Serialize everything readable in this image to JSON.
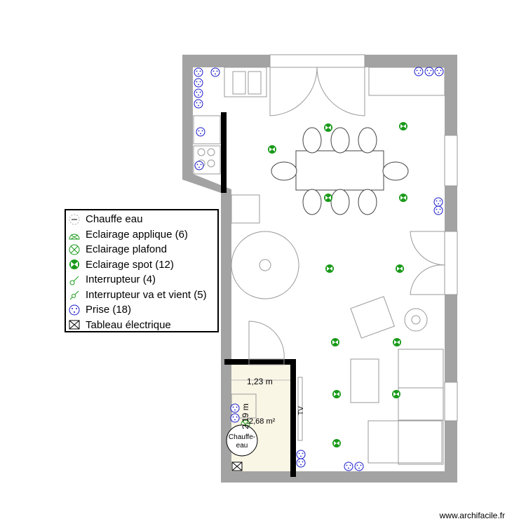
{
  "legend": {
    "items": [
      {
        "icon": "water-heater-icon",
        "label": "Chauffe eau"
      },
      {
        "icon": "wall-light-icon",
        "label": "Eclairage applique (6)"
      },
      {
        "icon": "ceiling-light-icon",
        "label": "Eclairage plafond"
      },
      {
        "icon": "spotlight-icon",
        "label": "Eclairage spot (12)"
      },
      {
        "icon": "switch-icon",
        "label": "Interrupteur (4)"
      },
      {
        "icon": "two-way-switch-icon",
        "label": "Interrupteur va et vient (5)"
      },
      {
        "icon": "outlet-icon",
        "label": "Prise (18)"
      },
      {
        "icon": "electrical-panel-icon",
        "label": "Tableau électrique"
      }
    ]
  },
  "room": {
    "width_label": "1,23 m",
    "height_label": "2,19 m",
    "area_label": "2,68 m²",
    "water_heater_label_1": "Chauffe-",
    "water_heater_label_2": "eau",
    "tv_label": "TV"
  },
  "colors": {
    "wall": "#a3a3a3",
    "light": "#1a9a1a",
    "outlet": "#1a1acc",
    "room_fill": "#faf6e6"
  },
  "watermark": "www.archifacile.fr"
}
